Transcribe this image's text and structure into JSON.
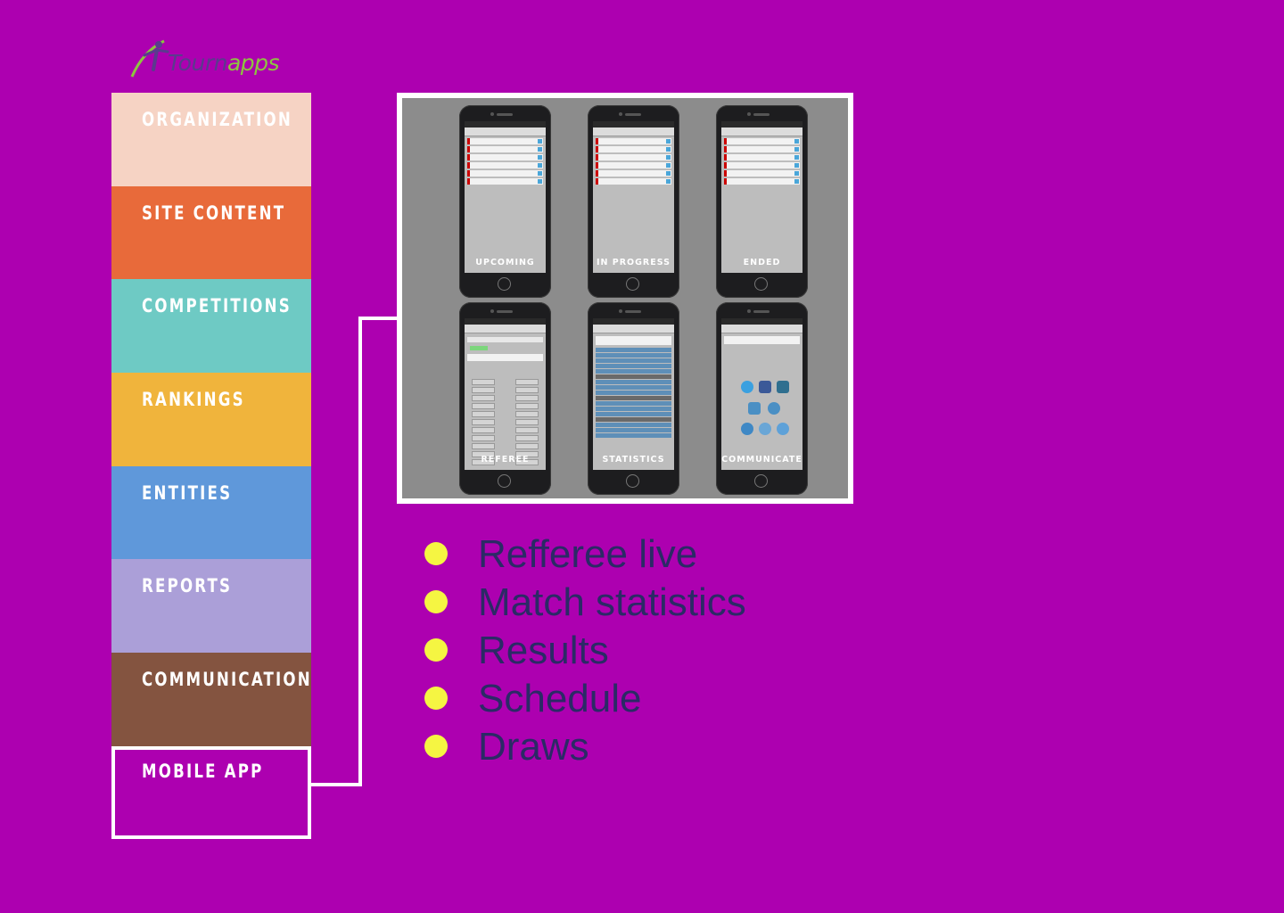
{
  "logo": {
    "text_main": "Tourn",
    "text_accent": "apps"
  },
  "nav": [
    {
      "label": "ORGANIZATION",
      "color": "#f6d3c4",
      "active": false
    },
    {
      "label": "SITE CONTENT",
      "color": "#e86a3a",
      "active": false
    },
    {
      "label": "COMPETITIONS",
      "color": "#6ecac4",
      "active": false
    },
    {
      "label": "RANKINGS",
      "color": "#f0b43c",
      "active": false
    },
    {
      "label": "ENTITIES",
      "color": "#5f98da",
      "active": false
    },
    {
      "label": "REPORTS",
      "color": "#ab9fd8",
      "active": false
    },
    {
      "label": "COMMUNICATION",
      "color": "#845440",
      "active": false
    },
    {
      "label": "MOBILE APP",
      "color": "#ad00b0",
      "active": true
    }
  ],
  "phones": [
    {
      "caption": "UPCOMING"
    },
    {
      "caption": "IN PROGRESS"
    },
    {
      "caption": "ENDED"
    },
    {
      "caption": "REFEREE"
    },
    {
      "caption": "STATISTICS"
    },
    {
      "caption": "COMMUNICATE"
    }
  ],
  "features": [
    "Refferee live",
    "Match statistics",
    "Results",
    "Schedule",
    "Draws"
  ],
  "colors": {
    "background": "#ad00b0",
    "bullet": "#f5f542",
    "feature_text": "#2b2a66",
    "border": "#ffffff"
  }
}
